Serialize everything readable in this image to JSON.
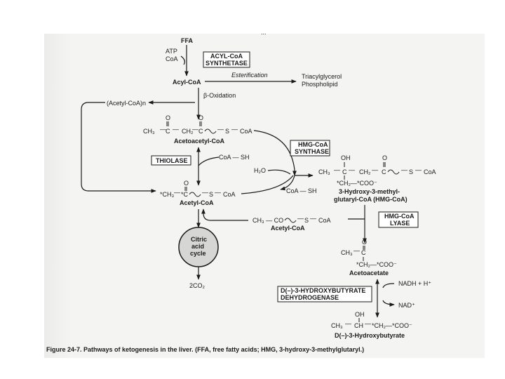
{
  "header_fragment": "...",
  "metabolites": {
    "ffa": "FFA",
    "acyl_coa": "Acyl-CoA",
    "tag": "Triacylglycerol",
    "phospholipid": "Phospholipid",
    "acetyl_n": "(Acetyl-CoA)n",
    "acetoacetyl_label": "Acetoacetyl-CoA",
    "acetyl_coa_label": "Acetyl-CoA",
    "hmg_label_1": "3-Hydroxy-3-methyl-",
    "hmg_label_2": "glutaryl-CoA (HMG-CoA)",
    "acetyl_coa_label_2": "Acetyl-CoA",
    "acetoacetate": "Acetoacetate",
    "hydroxybutyrate": "D(–)-3-Hydroxybutyrate",
    "two_co2": "2CO₂"
  },
  "cofactors": {
    "atp": "ATP",
    "coa": "CoA",
    "coa_sh": "CoA — SH",
    "coa_sh_2": "CoA — SH",
    "h2o": "H₂O",
    "nadh": "NADH + H⁺",
    "nad": "NAD⁺"
  },
  "processes": {
    "esterification": "Esterification",
    "beta_ox": "β-Oxidation"
  },
  "enzymes": {
    "acyl_coa_synthetase_1": "ACYL-CoA",
    "acyl_coa_synthetase_2": "SYNTHETASE",
    "thiolase": "THIOLASE",
    "hmg_synthase_1": "HMG-CoA",
    "hmg_synthase_2": "SYNTHASE",
    "hmg_lyase_1": "HMG-CoA",
    "hmg_lyase_2": "LYASE",
    "dehydrogenase_1": "D(–)-3-HYDROXYBUTYRATE",
    "dehydrogenase_2": "DEHYDROGENASE"
  },
  "cycle": {
    "line1": "Citric",
    "line2": "acid",
    "line3": "cycle"
  },
  "structures": {
    "acetoacetyl_o1": "O",
    "acetoacetyl_o2": "O",
    "acetoacetyl_ch3": "CH₃",
    "acetoacetyl_c1": "C",
    "acetoacetyl_ch2": "CH₂",
    "acetoacetyl_c2": "C",
    "acetoacetyl_s": "S",
    "acetoacetyl_coa": "CoA",
    "acetyl_o": "O",
    "acetyl_ch3": "*CH₃",
    "acetyl_c": "*C",
    "acetyl_s": "S",
    "acetyl_coa": "CoA",
    "hmg_oh": "OH",
    "hmg_o": "O",
    "hmg_ch3": "CH₃",
    "hmg_c1": "C",
    "hmg_ch2": "CH₂",
    "hmg_c2": "C",
    "hmg_s": "S",
    "hmg_coa": "CoA",
    "hmg_sub": "*CH₂—*COO⁻",
    "lyase_acetyl": "CH₃ — CO",
    "lyase_s": "S",
    "lyase_coa": "CoA",
    "aa_o": "O",
    "aa_ch3": "CH₃",
    "aa_c": "C",
    "aa_sub": "*CH₂—*COO⁻",
    "hb_oh": "OH",
    "hb_ch3": "CH₃",
    "hb_ch": "CH",
    "hb_tail": "*CH₂—*COO⁻"
  },
  "caption": "Figure 24-7. Pathways of ketogenesis in the liver. (FFA, free fatty acids; HMG, 3-hydroxy-3-methylglutaryl.)"
}
